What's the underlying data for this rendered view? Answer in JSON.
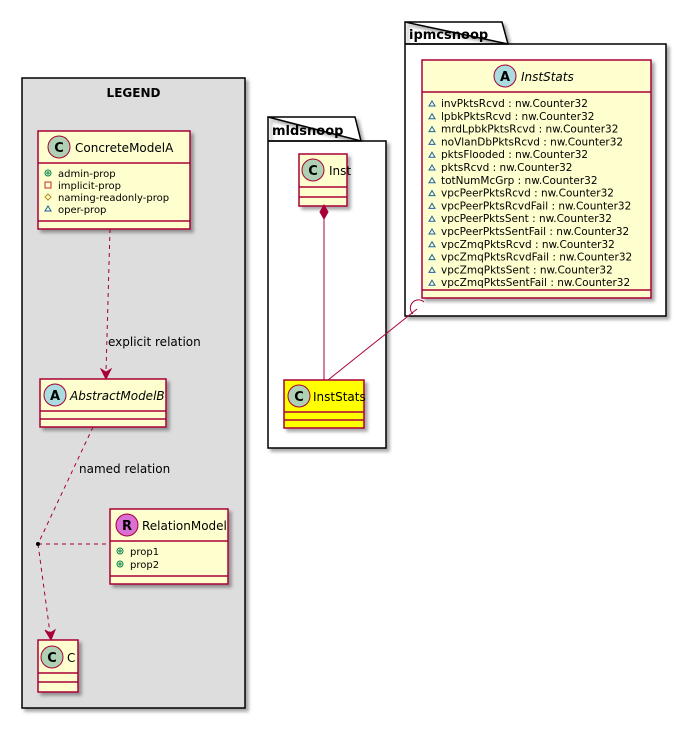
{
  "colors": {
    "class_fill": "#FEFECE",
    "border": "#A80036",
    "highlight": "#FFFF00",
    "legend_bg": "#DDDDDD",
    "stereotype_class": "#ADD1B2",
    "stereotype_abstract": "#A9DCDF",
    "stereotype_relation": "#DA70D6"
  },
  "legend": {
    "title": "LEGEND",
    "concrete": {
      "stereo": "C",
      "name": "ConcreteModelA",
      "props": [
        {
          "vis": "+",
          "vis_icon": "plus-icon",
          "name": "admin-prop"
        },
        {
          "vis": "-",
          "vis_icon": "minus-icon",
          "name": "implicit-prop"
        },
        {
          "vis": "#",
          "vis_icon": "hash-icon",
          "name": "naming-readonly-prop"
        },
        {
          "vis": "~",
          "vis_icon": "triangle-icon",
          "name": "oper-prop"
        }
      ]
    },
    "explicit_label": "explicit relation",
    "abstract": {
      "stereo": "A",
      "name": "AbstractModelB"
    },
    "named_label": "named relation",
    "relation": {
      "stereo": "R",
      "name": "RelationModel",
      "props": [
        {
          "vis": "+",
          "vis_icon": "plus-icon",
          "name": "prop1"
        },
        {
          "vis": "+",
          "vis_icon": "plus-icon",
          "name": "prop2"
        }
      ]
    },
    "c_class": {
      "stereo": "C",
      "name": "C"
    }
  },
  "mldsnoop": {
    "package": "mldsnoop",
    "inst": {
      "stereo": "C",
      "name": "Inst"
    },
    "inststats": {
      "stereo": "C",
      "name": "InstStats"
    }
  },
  "ipmcsnoop": {
    "package": "ipmcsnoop",
    "inststats": {
      "stereo": "A",
      "name": "InstStats",
      "props": [
        "invPktsRcvd : nw.Counter32",
        "lpbkPktsRcvd : nw.Counter32",
        "mrdLpbkPktsRcvd : nw.Counter32",
        "noVlanDbPktsRcvd : nw.Counter32",
        "pktsFlooded : nw.Counter32",
        "pktsRcvd : nw.Counter32",
        "totNumMcGrp : nw.Counter32",
        "vpcPeerPktsRcvd : nw.Counter32",
        "vpcPeerPktsRcvdFail : nw.Counter32",
        "vpcPeerPktsSent : nw.Counter32",
        "vpcPeerPktsSentFail : nw.Counter32",
        "vpcZmqPktsRcvd : nw.Counter32",
        "vpcZmqPktsRcvdFail : nw.Counter32",
        "vpcZmqPktsSent : nw.Counter32",
        "vpcZmqPktsSentFail : nw.Counter32"
      ]
    }
  }
}
